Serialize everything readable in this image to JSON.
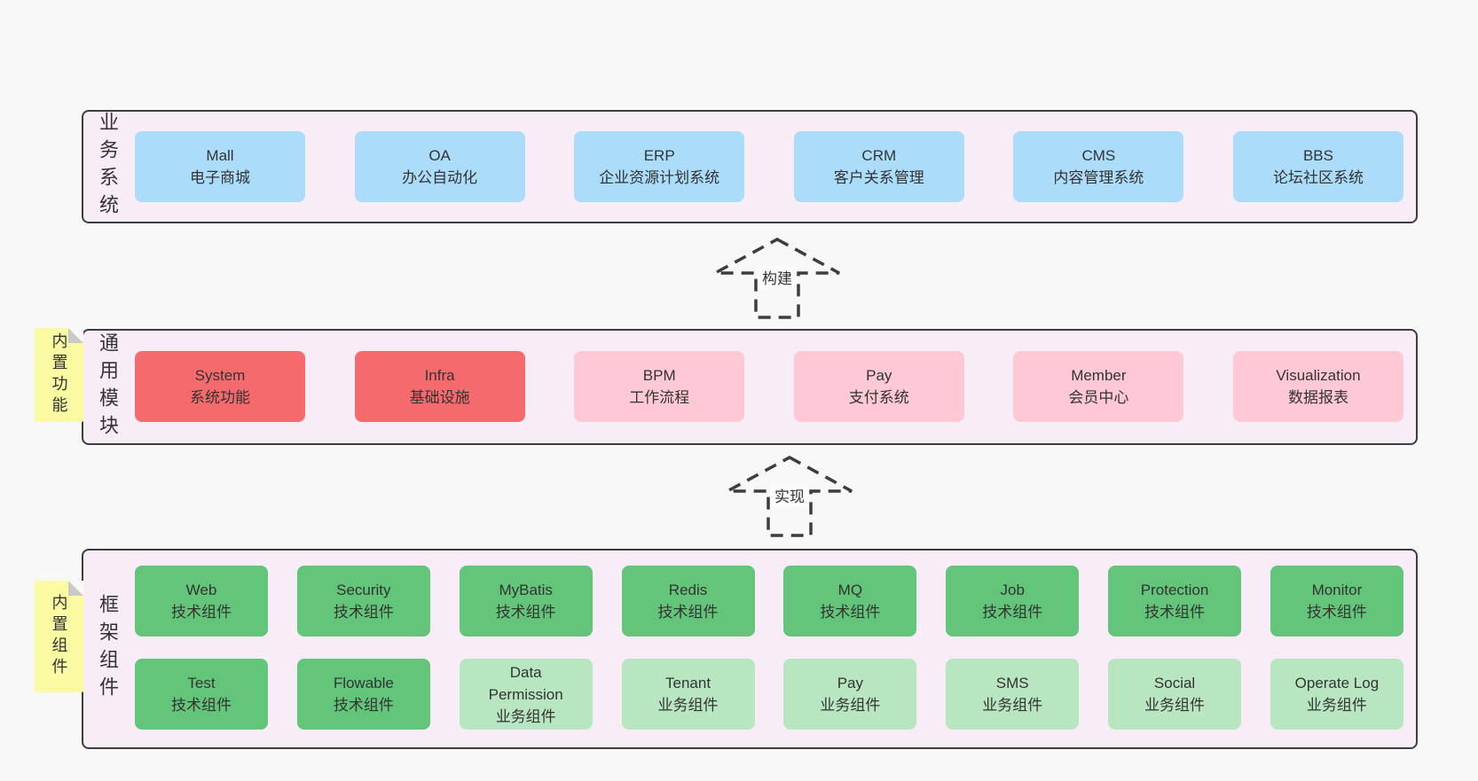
{
  "colors": {
    "page_bg": "#f8f8f8",
    "band_bg": "#f8edf6",
    "band_border": "#3d3d3d",
    "box_blue": "#abdcfa",
    "box_red": "#f56b6d",
    "box_pink": "#fec9d4",
    "box_green_dark": "#63c579",
    "box_green_light": "#b8e6c1",
    "sticky_yellow": "#fafaa3",
    "text": "#333333"
  },
  "arrows": {
    "build": {
      "label": "构建"
    },
    "implement": {
      "label": "实现"
    }
  },
  "sections": {
    "business": {
      "label": "业务系统",
      "boxes": [
        {
          "title": "Mall",
          "subtitle": "电子商城"
        },
        {
          "title": "OA",
          "subtitle": "办公自动化"
        },
        {
          "title": "ERP",
          "subtitle": "企业资源计划系统"
        },
        {
          "title": "CRM",
          "subtitle": "客户关系管理"
        },
        {
          "title": "CMS",
          "subtitle": "内容管理系统"
        },
        {
          "title": "BBS",
          "subtitle": "论坛社区系统"
        }
      ]
    },
    "modules": {
      "sticky": "内置功能",
      "label": "通用模块",
      "boxes": [
        {
          "title": "System",
          "subtitle": "系统功能",
          "variant": "red"
        },
        {
          "title": "Infra",
          "subtitle": "基础设施",
          "variant": "red"
        },
        {
          "title": "BPM",
          "subtitle": "工作流程",
          "variant": "pink"
        },
        {
          "title": "Pay",
          "subtitle": "支付系统",
          "variant": "pink"
        },
        {
          "title": "Member",
          "subtitle": "会员中心",
          "variant": "pink"
        },
        {
          "title": "Visualization",
          "subtitle": "数据报表",
          "variant": "pink"
        }
      ]
    },
    "components": {
      "sticky": "内置组件",
      "label": "框架组件",
      "rows": [
        [
          {
            "title": "Web",
            "subtitle": "技术组件",
            "variant": "green-dark"
          },
          {
            "title": "Security",
            "subtitle": "技术组件",
            "variant": "green-dark"
          },
          {
            "title": "MyBatis",
            "subtitle": "技术组件",
            "variant": "green-dark"
          },
          {
            "title": "Redis",
            "subtitle": "技术组件",
            "variant": "green-dark"
          },
          {
            "title": "MQ",
            "subtitle": "技术组件",
            "variant": "green-dark"
          },
          {
            "title": "Job",
            "subtitle": "技术组件",
            "variant": "green-dark"
          },
          {
            "title": "Protection",
            "subtitle": "技术组件",
            "variant": "green-dark"
          },
          {
            "title": "Monitor",
            "subtitle": "技术组件",
            "variant": "green-dark"
          }
        ],
        [
          {
            "title": "Test",
            "subtitle": "技术组件",
            "variant": "green-dark"
          },
          {
            "title": "Flowable",
            "subtitle": "技术组件",
            "variant": "green-dark"
          },
          {
            "title": "Data Permission",
            "subtitle": "业务组件",
            "variant": "green-light"
          },
          {
            "title": "Tenant",
            "subtitle": "业务组件",
            "variant": "green-light"
          },
          {
            "title": "Pay",
            "subtitle": "业务组件",
            "variant": "green-light"
          },
          {
            "title": "SMS",
            "subtitle": "业务组件",
            "variant": "green-light"
          },
          {
            "title": "Social",
            "subtitle": "业务组件",
            "variant": "green-light"
          },
          {
            "title": "Operate Log",
            "subtitle": "业务组件",
            "variant": "green-light"
          }
        ]
      ]
    }
  }
}
